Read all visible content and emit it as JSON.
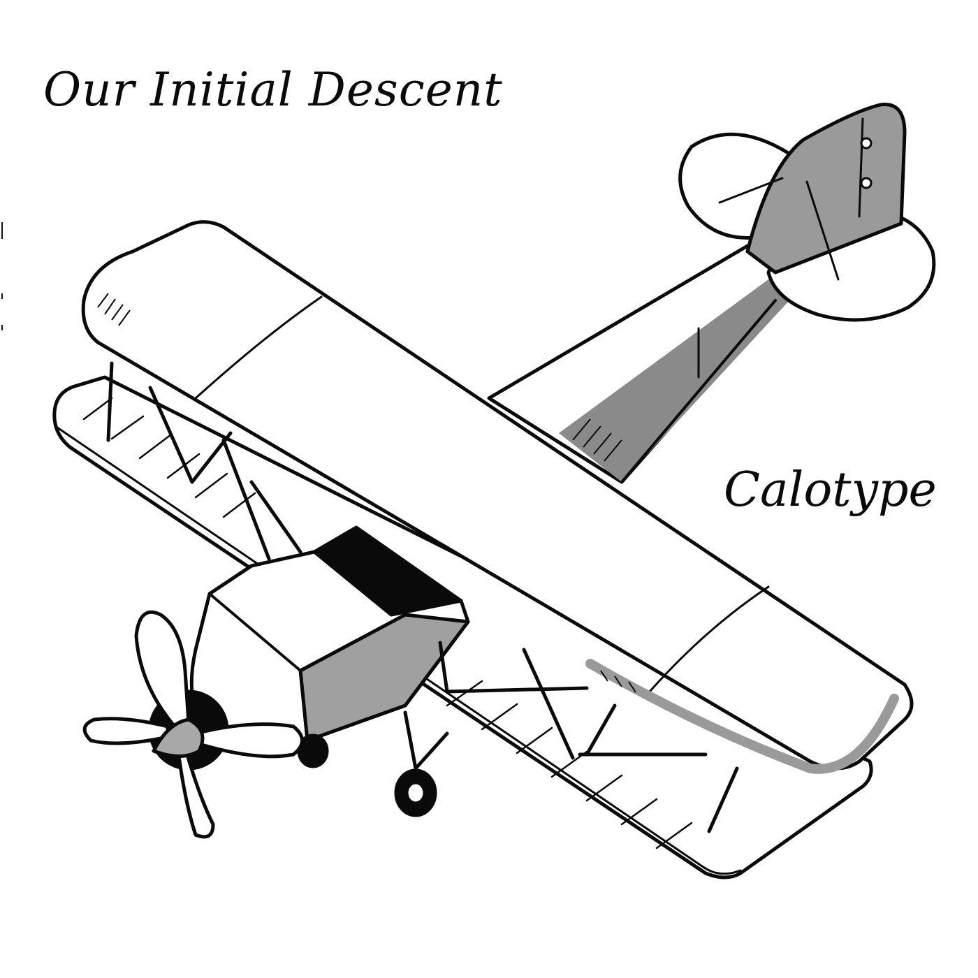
{
  "cover": {
    "album_title": "Our Initial Descent",
    "artist_name": "Calotype"
  },
  "illustration": {
    "subject": "biplane-drawing",
    "palette": {
      "ink": "#0a0a0a",
      "paper": "#ffffff",
      "light_gray": "#d9d9d9",
      "mid_gray": "#9a9a9a",
      "dark_gray": "#5c5c5c"
    }
  }
}
